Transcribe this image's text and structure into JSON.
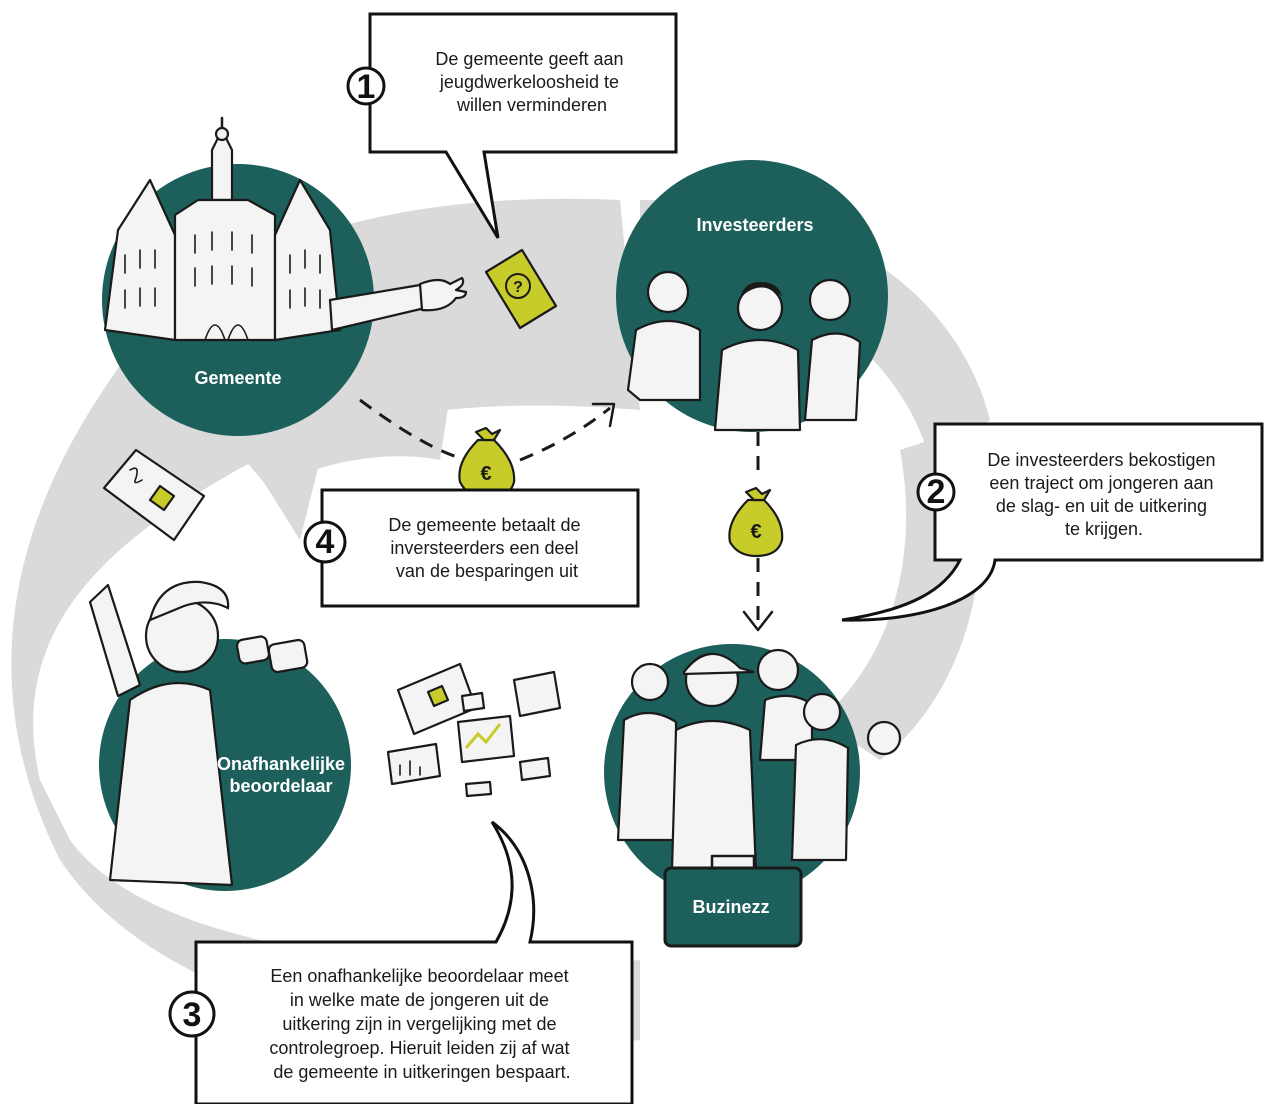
{
  "colors": {
    "teal": "#1c5f5b",
    "gray_ring": "#dadada",
    "lime": "#c7cc2a",
    "ink": "#111111"
  },
  "nodes": {
    "gemeente": "Gemeente",
    "investeerders": "Investeerders",
    "buzinezz": "Buzinezz",
    "beoordelaar_line1": "Onafhankelijke",
    "beoordelaar_line2": "beoordelaar"
  },
  "steps": [
    {
      "number": "1",
      "lines": [
        "De gemeente geeft aan",
        "jeugdwerkeloosheid te",
        "willen verminderen"
      ]
    },
    {
      "number": "2",
      "lines": [
        "De investeerders bekostigen",
        "een traject om jongeren aan",
        "de slag- en uit de uitkering",
        "te krijgen."
      ]
    },
    {
      "number": "3",
      "lines": [
        "Een onafhankelijke beoordelaar meet",
        "in welke mate de jongeren uit de",
        "uitkering zijn in vergelijking met de",
        "controlegroep. Hieruit leiden zij af  wat",
        "de gemeente in uitkeringen bespaart."
      ]
    },
    {
      "number": "4",
      "lines": [
        "De gemeente betaalt de",
        "inversteerders een deel",
        "van de besparingen uit"
      ]
    }
  ],
  "icons": {
    "money_bag": "euro-money-bag-icon",
    "contract": "question-contract-icon",
    "report": "report-card-icon",
    "cycle": "cycle-arrow"
  }
}
